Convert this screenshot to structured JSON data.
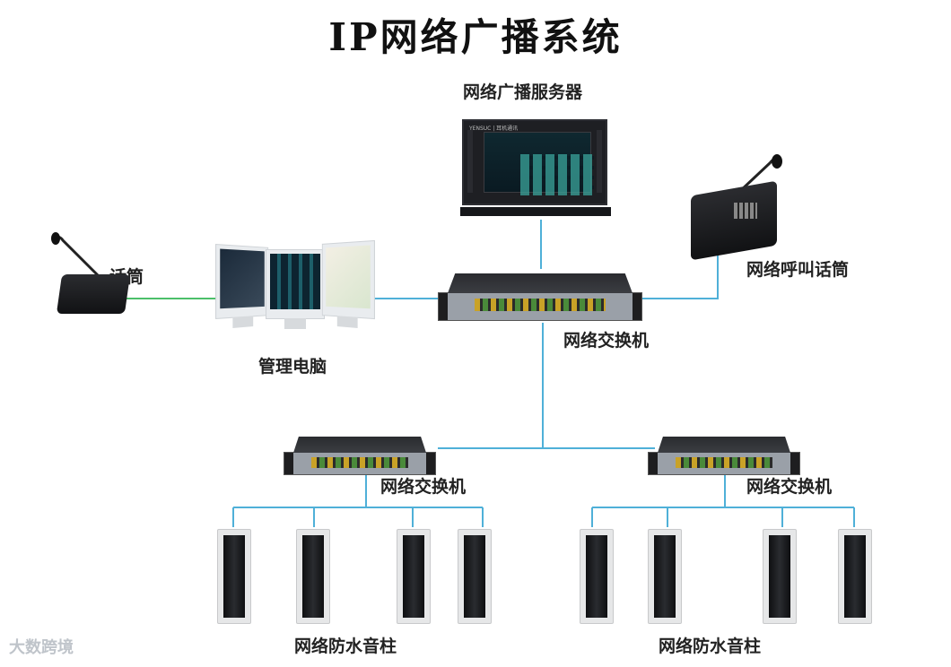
{
  "title": "IP网络广播系统",
  "labels": {
    "server": "网络广播服务器",
    "mic_left": "话筒",
    "pc": "管理电脑",
    "call_mic": "网络呼叫话筒",
    "switch_main": "网络交换机",
    "switch_left": "网络交换机",
    "switch_right": "网络交换机",
    "speakers_left": "网络防水音柱",
    "speakers_right": "网络防水音柱"
  },
  "server_brand": "YENSUC | 耳机通讯",
  "watermark": "大数跨境",
  "colors": {
    "line_blue": "#4fb0d8",
    "line_green": "#4cbf6a"
  }
}
